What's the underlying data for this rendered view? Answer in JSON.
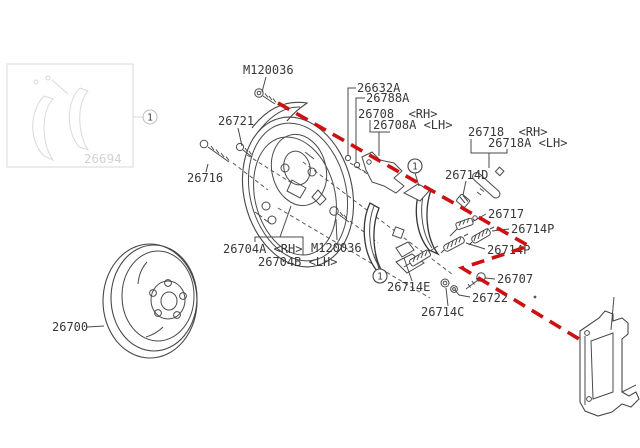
{
  "diagram": {
    "colors": {
      "line": "#474747",
      "label_text": "#383838",
      "highlight_red": "#cd1010",
      "faint_gray": "#d2d2d2"
    },
    "callout": "1",
    "inset": {
      "part_number": "26694"
    },
    "labels": {
      "m120036_top": "M120036",
      "m120036_mid": "M120036",
      "p26721": "26721",
      "p26716": "26716",
      "p26700": "26700",
      "p26704a": "26704A <RH>",
      "p26704b": "26704B <LH>",
      "p26632a": "26632A",
      "p26788a": "26788A",
      "p26708": "26708  <RH>",
      "p26708a": "26708A <LH>",
      "p26718": "26718  <RH>",
      "p26718a": "26718A <LH>",
      "p26714d": "26714D",
      "p26717": "26717",
      "p26714p_upper": "26714P",
      "p26714p_lower": "26714P",
      "p26707": "26707",
      "p26722": "26722",
      "p26714c": "26714C",
      "p26714e": "26714E"
    }
  }
}
